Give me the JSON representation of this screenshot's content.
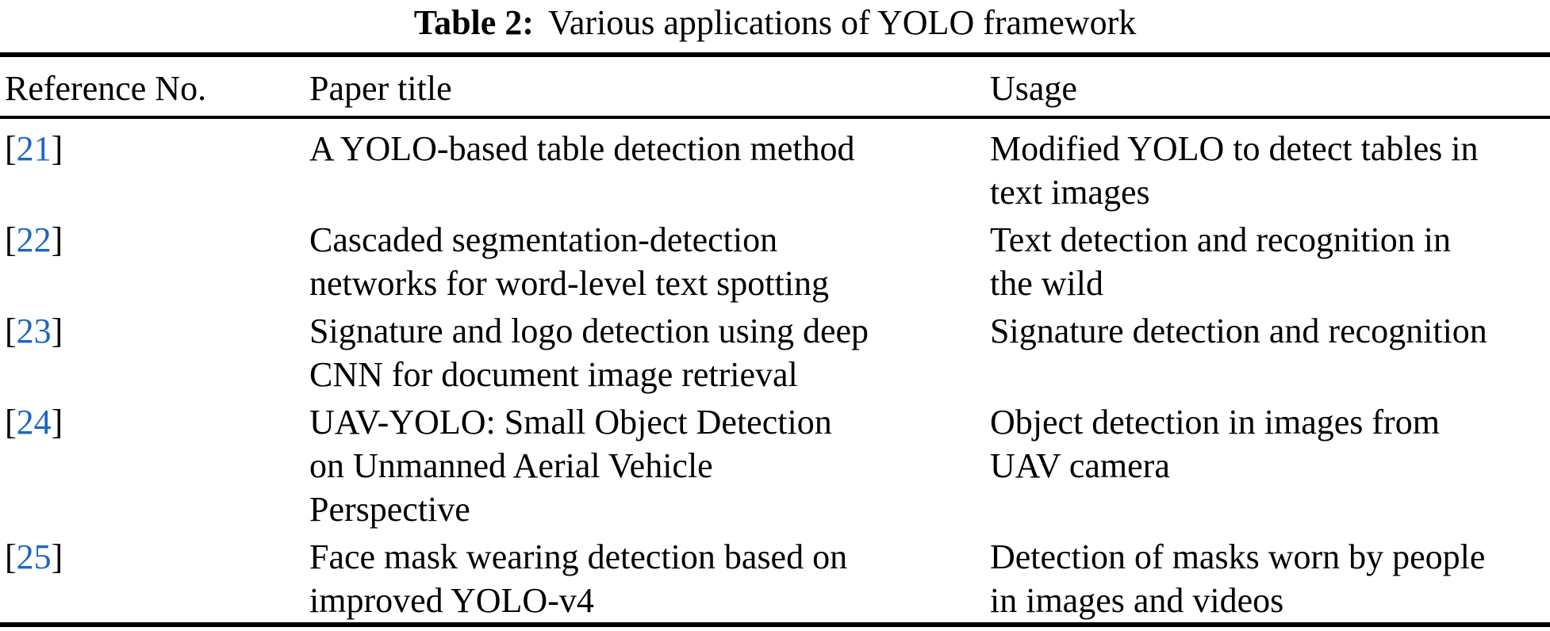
{
  "caption": {
    "label": "Table 2:",
    "text": "Various applications of YOLO framework"
  },
  "table": {
    "columns": [
      "Reference No.",
      "Paper title",
      "Usage"
    ],
    "rows": [
      {
        "ref": "21",
        "title": "A YOLO-based table detection method",
        "usage": "Modified YOLO to detect tables in\ntext images"
      },
      {
        "ref": "22",
        "title": "Cascaded segmentation-detection\nnetworks for word-level text spotting",
        "usage": "Text detection and recognition in\nthe wild"
      },
      {
        "ref": "23",
        "title": "Signature and logo detection using deep\nCNN for document image retrieval",
        "usage": "Signature detection and recognition"
      },
      {
        "ref": "24",
        "title": "UAV-YOLO: Small Object Detection\non Unmanned Aerial Vehicle\nPerspective",
        "usage": "Object detection in images from\nUAV camera"
      },
      {
        "ref": "25",
        "title": "Face mask wearing detection based on\nimproved YOLO-v4",
        "usage": "Detection of masks worn by people\nin images and videos"
      }
    ]
  },
  "brackets": {
    "open": "[",
    "close": "]"
  },
  "colors": {
    "citation_blue": "#1B66C7",
    "text": "#000000",
    "rule": "#000000",
    "background": "#FFFFFF"
  }
}
